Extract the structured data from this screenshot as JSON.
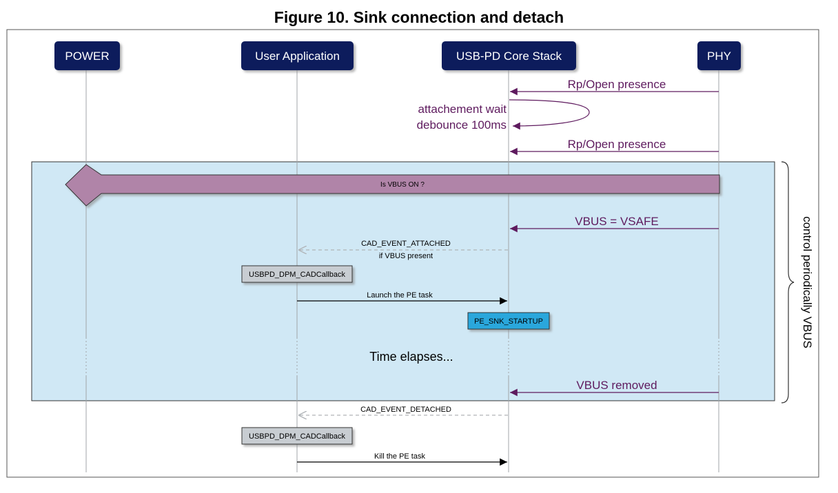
{
  "figure": {
    "title": "Figure 10. Sink connection and detach"
  },
  "participants": [
    {
      "id": "power",
      "label": "POWER"
    },
    {
      "id": "app",
      "label": "User Application"
    },
    {
      "id": "core",
      "label": "USB-PD Core Stack"
    },
    {
      "id": "phy",
      "label": "PHY"
    }
  ],
  "messages": {
    "rp_presence_1": "Rp/Open presence",
    "attach_wait_line1": "attachement wait",
    "attach_wait_line2": "debounce 100ms",
    "rp_presence_2": "Rp/Open presence",
    "vbus_on_question": "Is VBUS ON ?",
    "vbus_vsafe": "VBUS = VSAFE",
    "cad_attached": "CAD_EVENT_ATTACHED",
    "cad_attached_note": "if VBUS present",
    "callback_1": "USBPD_DPM_CADCallback",
    "launch_pe": "Launch the PE task",
    "pe_snk_startup": "PE_SNK_STARTUP",
    "time_elapses": "Time elapses...",
    "vbus_removed": "VBUS removed",
    "cad_detached": "CAD_EVENT_DETACHED",
    "callback_2": "USBPD_DPM_CADCallback",
    "kill_pe": "Kill the PE task"
  },
  "loop_label": "control periodically VBUS",
  "colors": {
    "participant_box": "#0e1e5b",
    "message_purple": "#5e1a5e",
    "loop_fill": "#d0e8f5",
    "diamond_fill": "#b084a8",
    "callback_box": "#c8cdd2",
    "state_box": "#2aa7dc",
    "dashed_arrow": "#b0b4b8"
  }
}
